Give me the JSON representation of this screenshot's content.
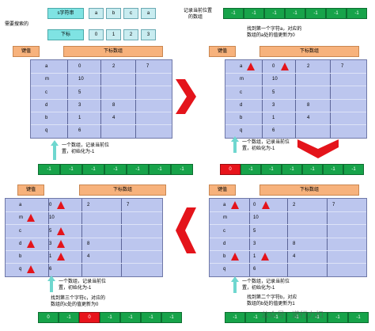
{
  "top_left": {
    "s_label": "s字符串",
    "chars": [
      "a",
      "b",
      "c",
      "a"
    ],
    "index_label": "下标",
    "indices": [
      "0",
      "1",
      "2",
      "3"
    ],
    "need_label": "需要搜索的"
  },
  "header": {
    "key": "键值",
    "array": "下标数组"
  },
  "tl_rows": [
    {
      "k": "a",
      "v": [
        "0",
        "2",
        "7"
      ]
    },
    {
      "k": "m",
      "v": [
        "10",
        "",
        ""
      ]
    },
    {
      "k": "c",
      "v": [
        "5",
        "",
        ""
      ]
    },
    {
      "k": "d",
      "v": [
        "3",
        "8",
        ""
      ]
    },
    {
      "k": "b",
      "v": [
        "1",
        "4",
        ""
      ]
    },
    {
      "k": "q",
      "v": [
        "6",
        "",
        ""
      ]
    }
  ],
  "tl_note": [
    "一个数组，记录当前位",
    "置，初始化为-1"
  ],
  "mid_array": [
    "-1",
    "-1",
    "-1",
    "-1",
    "-1",
    "-1",
    "-1"
  ],
  "tr_caption": [
    "记录当前位置",
    "的数组"
  ],
  "tr_top_array": [
    "-1",
    "-1",
    "-1",
    "-1",
    "-1",
    "-1",
    "-1"
  ],
  "tr_caption2": [
    "找到第一个字符a，对应的",
    "数组的a处的值更新为0"
  ],
  "tr_rows": [
    {
      "k": "a",
      "v": [
        "0",
        "2",
        "7"
      ]
    },
    {
      "k": "m",
      "v": [
        "10",
        "",
        ""
      ]
    },
    {
      "k": "c",
      "v": [
        "5",
        "",
        ""
      ]
    },
    {
      "k": "d",
      "v": [
        "3",
        "8",
        ""
      ]
    },
    {
      "k": "b",
      "v": [
        "1",
        "4",
        ""
      ]
    },
    {
      "k": "q",
      "v": [
        "6",
        "",
        ""
      ]
    }
  ],
  "tr_note": [
    "一个数组，记录当前位",
    "置，初始化为-1"
  ],
  "tr_bottom_array": [
    "0",
    "-1",
    "-1",
    "-1",
    "-1",
    "-1",
    "-1"
  ],
  "br_caption": [
    "找到第二个字符b，对应",
    "数组的b处的值更新为1"
  ],
  "br_rows": [
    {
      "k": "a",
      "v": [
        "0",
        "2",
        "7"
      ]
    },
    {
      "k": "m",
      "v": [
        "10",
        "",
        ""
      ]
    },
    {
      "k": "c",
      "v": [
        "5",
        "",
        ""
      ]
    },
    {
      "k": "d",
      "v": [
        "3",
        "8",
        ""
      ]
    },
    {
      "k": "b",
      "v": [
        "1",
        "4",
        ""
      ]
    },
    {
      "k": "q",
      "v": [
        "6",
        "",
        ""
      ]
    }
  ],
  "br_note": [
    "一个数组，记录当前位",
    "置，初始化为-1"
  ],
  "br_array": [
    "-1",
    "-1",
    "-1",
    "-1",
    "-1",
    "-1",
    "-1"
  ],
  "bl_rows": [
    {
      "k": "a",
      "v": [
        "0",
        "2",
        "7"
      ]
    },
    {
      "k": "m",
      "v": [
        "10",
        "",
        ""
      ]
    },
    {
      "k": "c",
      "v": [
        "5",
        "",
        ""
      ]
    },
    {
      "k": "d",
      "v": [
        "3",
        "8",
        ""
      ]
    },
    {
      "k": "b",
      "v": [
        "1",
        "4",
        ""
      ]
    },
    {
      "k": "q",
      "v": [
        "6",
        "",
        ""
      ]
    }
  ],
  "bl_note": [
    "一个数组，记录当前位",
    "置，初始化为-1"
  ],
  "bl_caption": [
    "找到第三个字符c，对应的",
    "数组的c处的值更新为0"
  ],
  "bl_array": [
    "0",
    "-1",
    "0",
    "-1",
    "-1",
    "-1",
    "-1"
  ],
  "watermark": "公众号 · 道行力扣",
  "colors": {
    "panel": "#bcc6ee",
    "red": "#e4141b",
    "green": "#17a34a",
    "orange": "#f7b27c",
    "teal": "#7fe3e3"
  }
}
